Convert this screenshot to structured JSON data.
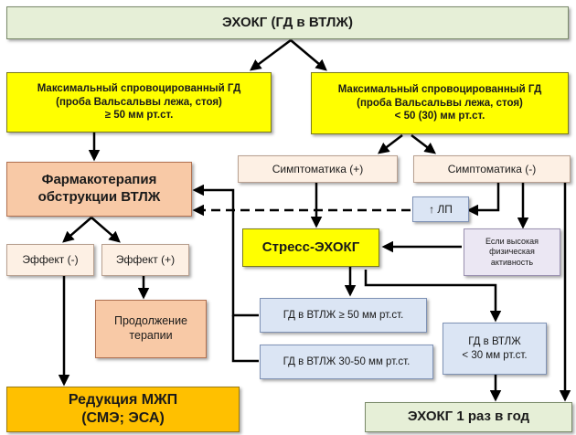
{
  "nodes": {
    "top": "ЭХОКГ (ГД в ВТЛЖ)",
    "left_yellow": "Максимальный спровоцированный ГД\n(проба  Вальсальвы лежа, стоя)\n≥ 50 мм рт.ст.",
    "right_yellow": "Максимальный спровоцированный ГД\n(проба Вальсальвы лежа, стоя)\n< 50 (30) мм рт.ст.",
    "pharma": "Фармакотерапия\nобструкции ВТЛЖ",
    "symptom_plus": "Симптоматика  (+)",
    "symptom_minus": "Симптоматика  (-)",
    "lp": "↑ ЛП",
    "stress": "Стресс-ЭХОКГ",
    "high_activity": "Если высокая\nфизическая\nактивность",
    "effect_minus": "Эффект (-)",
    "effect_plus": "Эффект (+)",
    "continue": "Продолжение\nтерапии",
    "gd50": "ГД в ВТЛЖ ≥ 50 мм рт.ст.",
    "gd3050": "ГД в ВТЛЖ  30-50 мм рт.ст.",
    "gd30": "ГД в ВТЛЖ\n< 30 мм рт.ст.",
    "reduction": "Редукция МЖП\n(СМЭ; ЭСА)",
    "yearly": "ЭХОКГ  1 раз в год"
  },
  "colors": {
    "green": "#e6efd7",
    "yellow": "#ffff00",
    "salmon": "#f8c9a6",
    "peach": "#fdf0e4",
    "blue": "#dbe5f4",
    "lavender": "#ebe7f3",
    "orange": "#ffc000",
    "arrow": "#000000"
  }
}
